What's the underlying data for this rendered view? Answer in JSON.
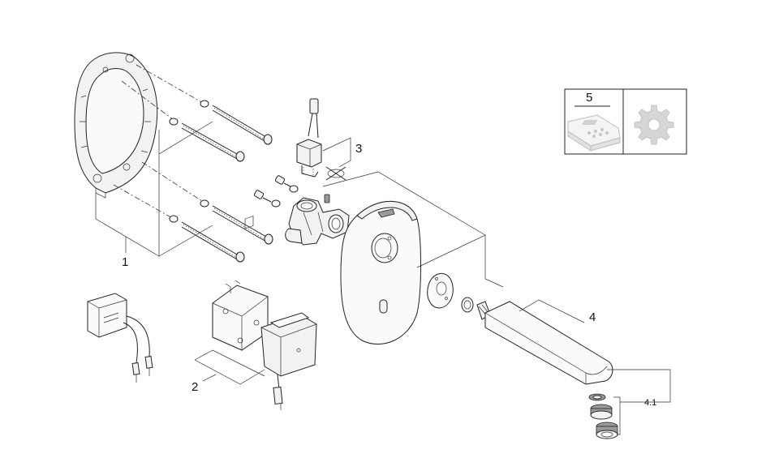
{
  "labels": {
    "part_1": "1",
    "part_2": "2",
    "part_3": "3",
    "part_4": "4",
    "part_4_1": "4.1",
    "part_5": "5"
  },
  "icons": {
    "remote_control": "remote-control-icon",
    "service_tool": "gear-icon"
  },
  "colors": {
    "line": "#222222",
    "fill_light": "#f2f2f2",
    "icon_gray": "#c8c8c8"
  }
}
